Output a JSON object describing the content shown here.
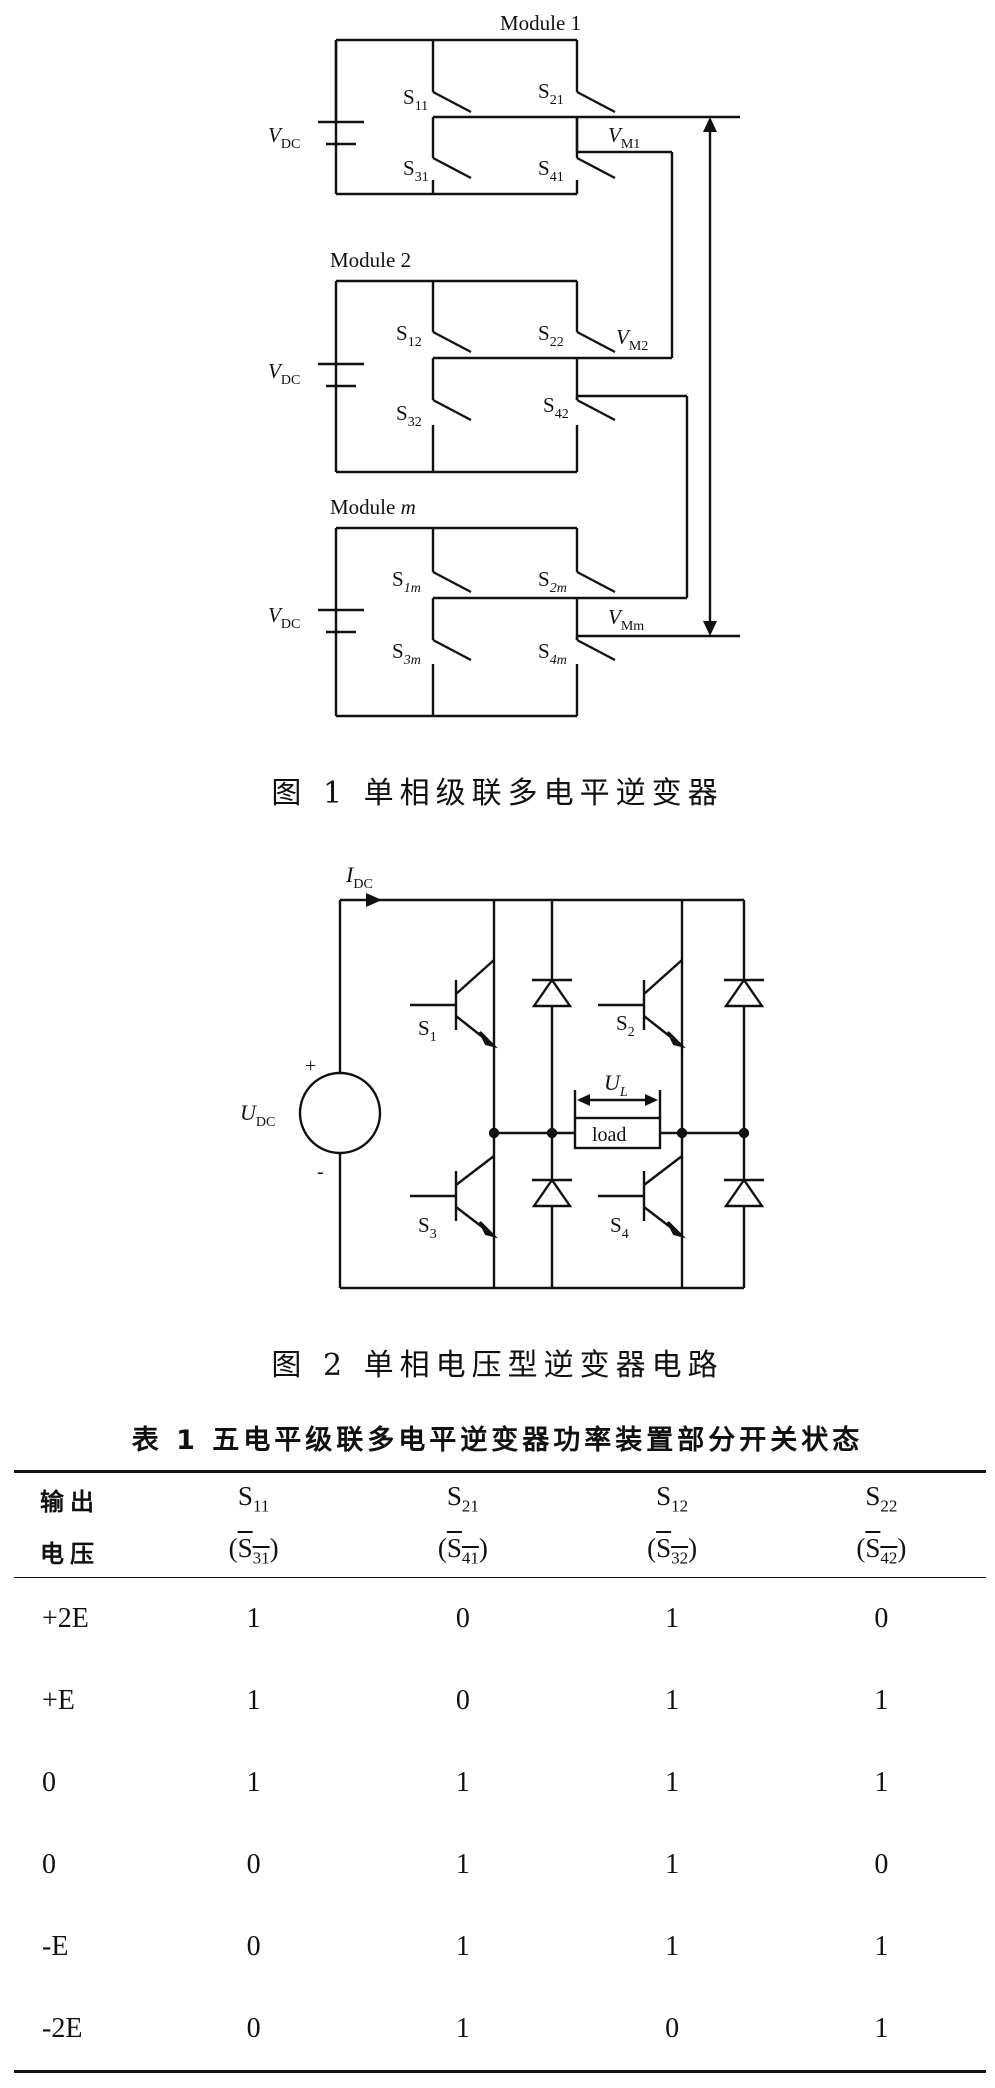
{
  "figure1": {
    "module1_label": "Module 1",
    "module2_label": "Module 2",
    "modulem_label": "Module m",
    "vdc": "V",
    "vdc_sub": "DC",
    "switches_m1": [
      "11",
      "21",
      "31",
      "41"
    ],
    "switches_m2": [
      "12",
      "22",
      "32",
      "42"
    ],
    "switches_mm": [
      "1m",
      "2m",
      "3m",
      "4m"
    ],
    "vm1_sub": "M1",
    "vm2_sub": "M2",
    "vmm_sub": "Mm",
    "caption": "图 1  单相级联多电平逆变器"
  },
  "figure2": {
    "idc": "I",
    "idc_sub": "DC",
    "udc": "U",
    "udc_sub": "DC",
    "plus": "+",
    "minus": "-",
    "s1": "1",
    "s2": "2",
    "s3": "3",
    "s4": "4",
    "ul": "U",
    "ul_sub": "L",
    "load": "load",
    "caption": "图 2  单相电压型逆变器电路"
  },
  "table1": {
    "title": "表 1  五电平级联多电平逆变器功率装置部分开关状态",
    "header_row1": [
      "输出",
      "S11",
      "S21",
      "S12",
      "S22"
    ],
    "header_row2": [
      "电压",
      "(S31)",
      "(S41)",
      "(S32)",
      "(S42)"
    ],
    "rows": [
      [
        "+2E",
        "1",
        "0",
        "1",
        "0"
      ],
      [
        "+E",
        "1",
        "0",
        "1",
        "1"
      ],
      [
        "0",
        "1",
        "1",
        "1",
        "1"
      ],
      [
        "0",
        "0",
        "1",
        "1",
        "0"
      ],
      [
        "-E",
        "0",
        "1",
        "1",
        "1"
      ],
      [
        "-2E",
        "0",
        "1",
        "0",
        "1"
      ]
    ]
  }
}
